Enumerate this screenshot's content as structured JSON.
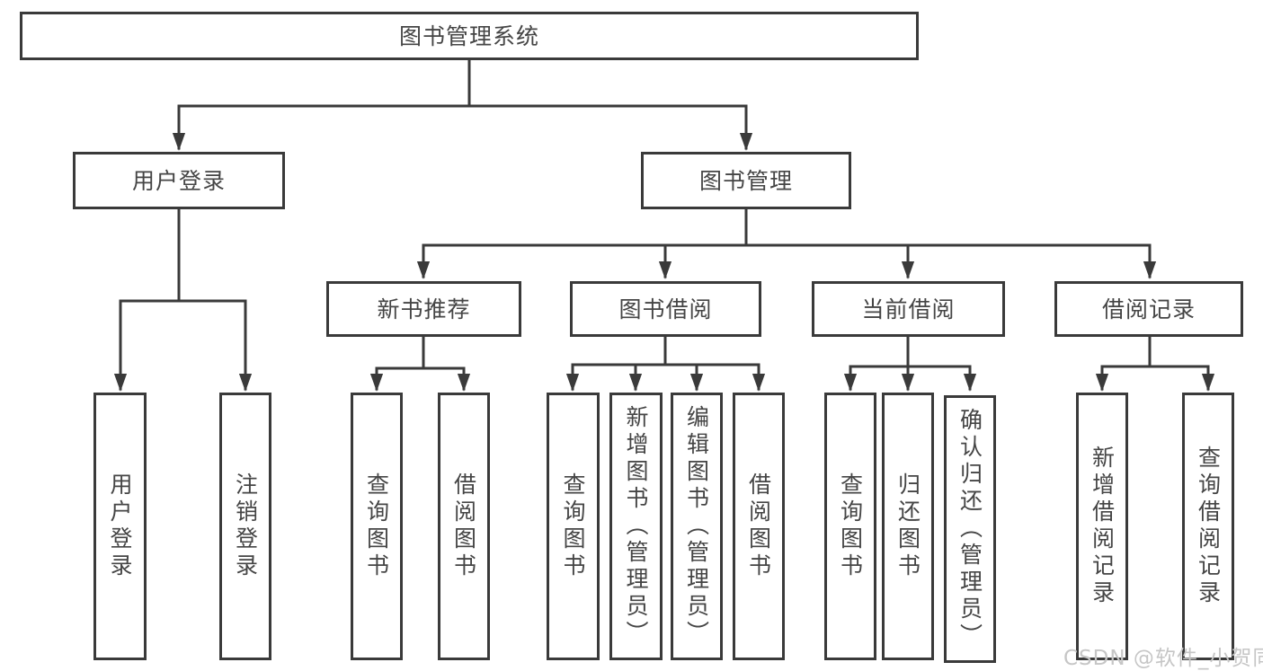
{
  "colors": {
    "line": "#3a3a3a",
    "box-border": "#3a3a3a",
    "text": "#454545",
    "watermark": "#c6c6c6",
    "bg": "#ffffff"
  },
  "diagram": {
    "root": {
      "label": "图书管理系统"
    },
    "level1": [
      {
        "label": "用户登录"
      },
      {
        "label": "图书管理"
      }
    ],
    "level2": [
      {
        "label": "新书推荐"
      },
      {
        "label": "图书借阅"
      },
      {
        "label": "当前借阅"
      },
      {
        "label": "借阅记录"
      }
    ],
    "leaves_user_login": [
      {
        "label": "用户登录"
      },
      {
        "label": "注销登录"
      }
    ],
    "leaves_new_books": [
      {
        "label": "查询图书"
      },
      {
        "label": "借阅图书"
      }
    ],
    "leaves_book_borrow": [
      {
        "label": "查询图书"
      },
      {
        "label": "新增图书（管理员）"
      },
      {
        "label": "编辑图书（管理员）"
      },
      {
        "label": "借阅图书"
      }
    ],
    "leaves_current_borrow": [
      {
        "label": "查询图书"
      },
      {
        "label": "归还图书"
      },
      {
        "label": "确认归还（管理员）"
      }
    ],
    "leaves_borrow_records": [
      {
        "label": "新增借阅记录"
      },
      {
        "label": "查询借阅记录"
      }
    ]
  },
  "watermark": {
    "text": "CSDN @软件_小贺同学"
  }
}
